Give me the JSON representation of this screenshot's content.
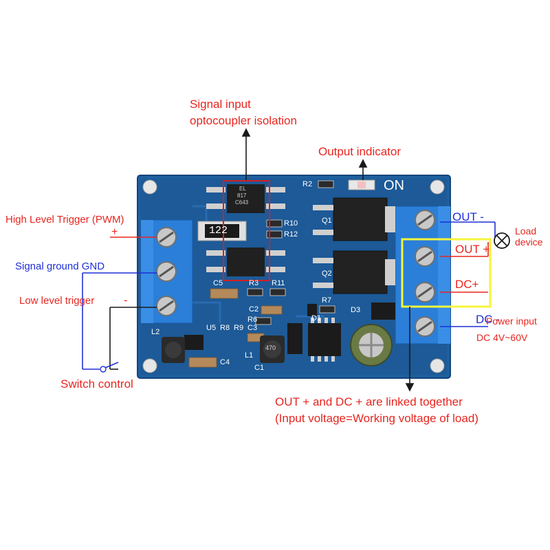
{
  "colors": {
    "annotation_red": "#e8251f",
    "annotation_blue": "#1f2fd6",
    "pcb_blue": "#1e5f9e",
    "terminal_blue": "#2b7fd8",
    "highlight_yellow": "#f5f53a",
    "red_box": "#d42020"
  },
  "annotations": {
    "signal_input_line1": "Signal input",
    "signal_input_line2": "optocoupler isolation",
    "output_indicator": "Output indicator",
    "high_level_trigger": "High Level Trigger (PWM)",
    "high_level_plus": "+",
    "signal_ground": "Signal ground GND",
    "low_level_trigger": "Low level trigger",
    "low_level_minus": "-",
    "switch_control": "Switch control",
    "out_minus": "OUT -",
    "out_plus": "OUT +",
    "dc_plus": "DC+",
    "dc_minus": "DC -",
    "load_line1": "Load",
    "load_line2": "device",
    "power_input": "Power input",
    "power_range": "DC 4V~60V",
    "linked_line1": "OUT + and DC + are linked together",
    "linked_line2": "(Input voltage=Working voltage of load)"
  },
  "board_markings": {
    "on_label": "ON",
    "resistor_122": "122",
    "opto_top_line1": "EL",
    "opto_top_line2": "817",
    "opto_top_line3": "C643",
    "r2": "R2",
    "r10": "R10",
    "r12": "R12",
    "r3": "R3",
    "r11": "R11",
    "r7": "R7",
    "r6": "R6",
    "r8": "R8",
    "r9": "R9",
    "c1": "C1",
    "c2": "C2",
    "c3": "C3",
    "c4": "C4",
    "c5": "C5",
    "d1": "D1",
    "d3": "D3",
    "u5": "U5",
    "l1": "L1",
    "l2": "L2",
    "q1": "Q1",
    "q2": "Q2",
    "inductor_value": "470"
  },
  "icons": [
    "lamp-load-icon",
    "switch-icon"
  ]
}
